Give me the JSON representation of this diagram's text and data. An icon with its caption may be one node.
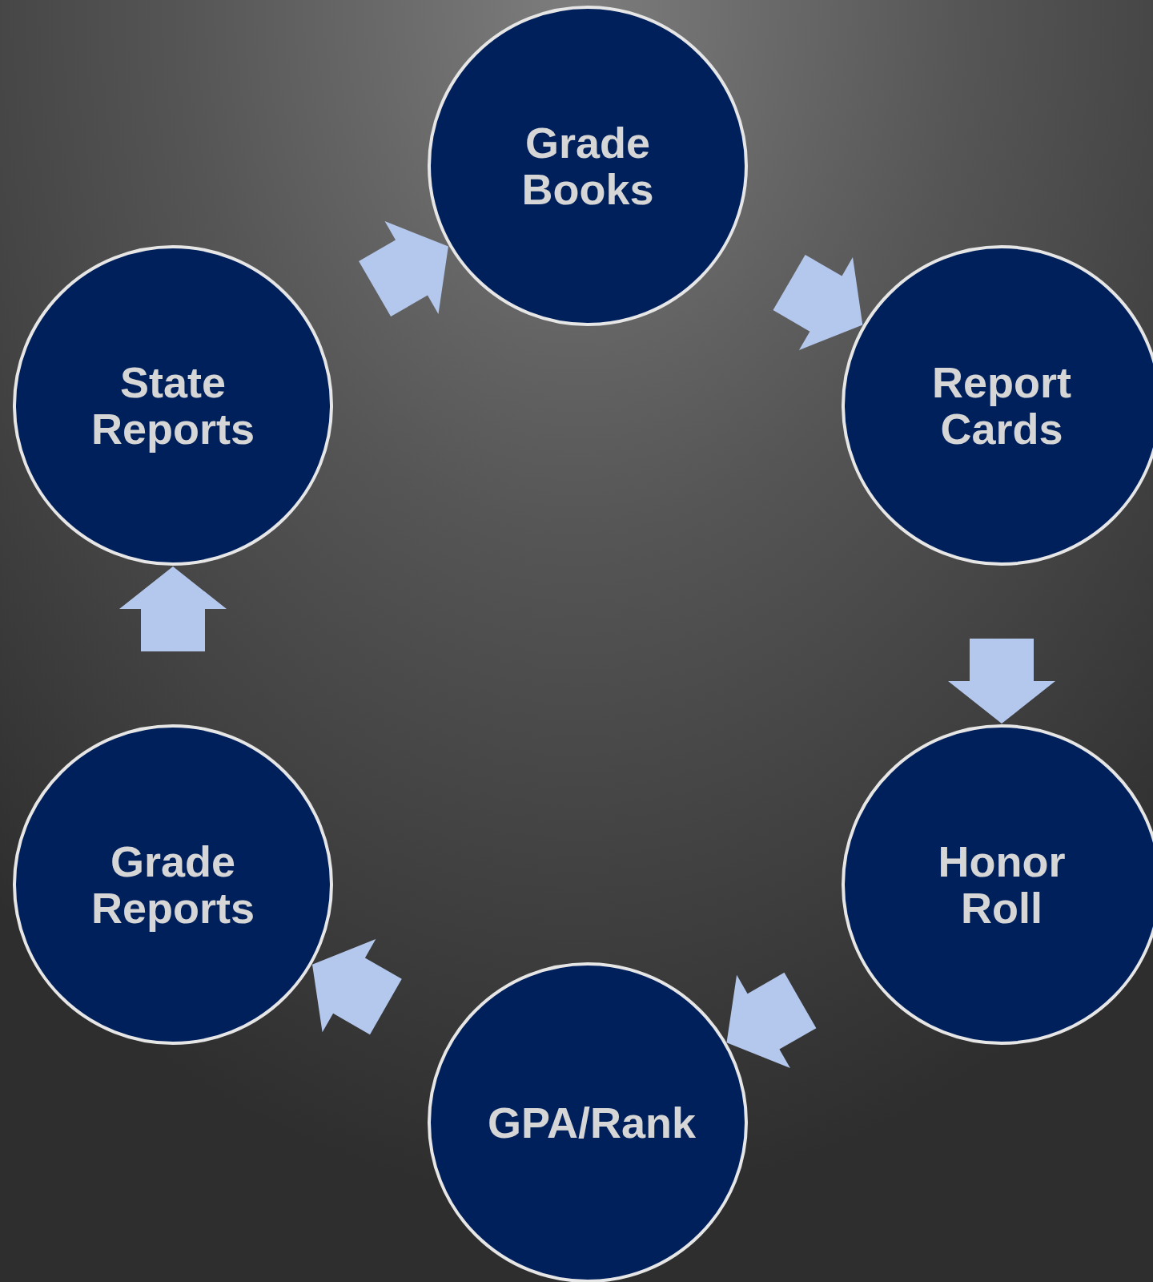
{
  "diagram": {
    "nodes": [
      {
        "text": [
          "Grade Books"
        ]
      },
      {
        "text": [
          "Report Cards"
        ]
      },
      {
        "text": [
          "Honor Roll"
        ]
      },
      {
        "text": [
          "GPA/Rank"
        ]
      },
      {
        "text": [
          "Grade Reports"
        ]
      },
      {
        "text": [
          "State Reports"
        ]
      }
    ],
    "edges": [
      {
        "from": 0,
        "to": 1,
        "arrow": "to"
      },
      {
        "from": 1,
        "to": 2,
        "arrow": "to"
      },
      {
        "from": 2,
        "to": 3,
        "arrow": "to"
      },
      {
        "from": 3,
        "to": 4,
        "arrow": "to"
      },
      {
        "from": 4,
        "to": 5,
        "arrow": "to"
      },
      {
        "from": 5,
        "to": 0,
        "arrow": "to"
      }
    ]
  }
}
